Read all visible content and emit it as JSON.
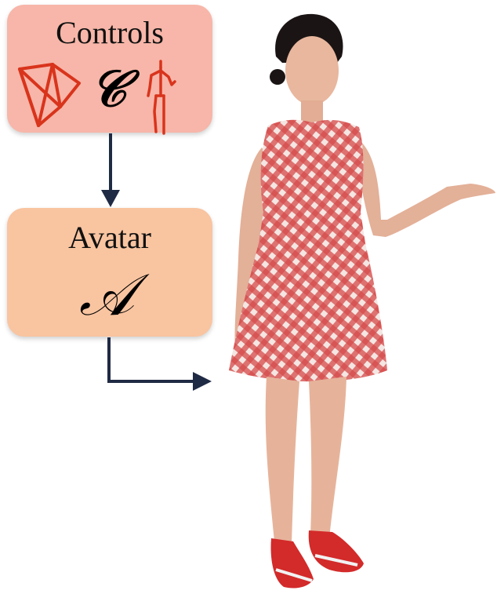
{
  "diagram": {
    "controls_box": {
      "title": "Controls",
      "symbol": "𝒞",
      "icons": [
        "camera-frustum-icon",
        "skeleton-pose-icon"
      ],
      "color": "#f7b6a9",
      "icon_color": "#d9341c"
    },
    "avatar_box": {
      "title": "Avatar",
      "symbol": "𝒜",
      "color": "#f9c4a0"
    },
    "arrows": {
      "color": "#1f2a44"
    },
    "output_image": {
      "subject": "person-in-red-gingham-dress-photo"
    }
  }
}
